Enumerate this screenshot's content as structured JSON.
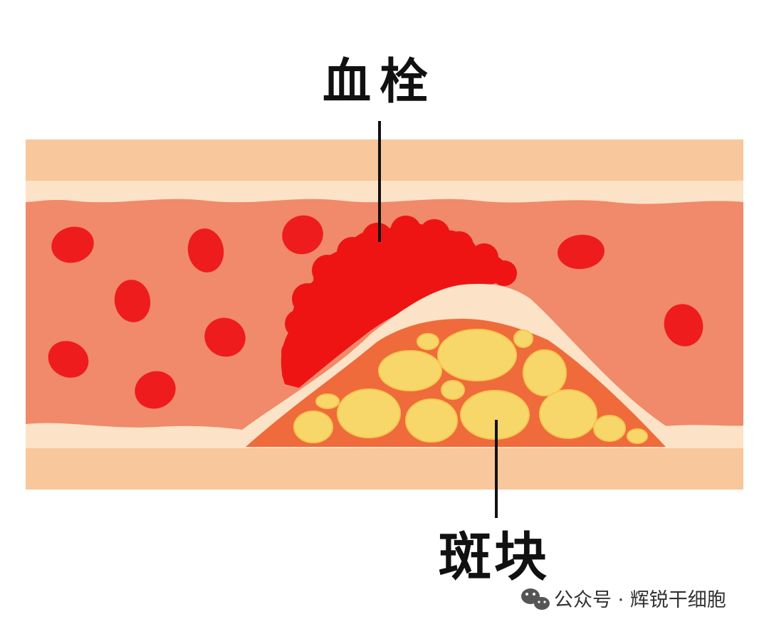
{
  "labels": {
    "thrombus": "血栓",
    "plaque": "斑块"
  },
  "watermark": {
    "text": "公众号 · 辉锐干细胞",
    "icon": "wechat-icon"
  },
  "colors": {
    "background": "#ffffff",
    "vessel_wall": "#f8c79c",
    "vessel_wall_light": "#fce3c8",
    "lumen": "#f08a6a",
    "blood_cell": "#ee1c1c",
    "thrombus": "#ee1414",
    "plaque_fill": "#ef6b3b",
    "lipid": "#f8d76a",
    "leader_line": "#111111"
  }
}
